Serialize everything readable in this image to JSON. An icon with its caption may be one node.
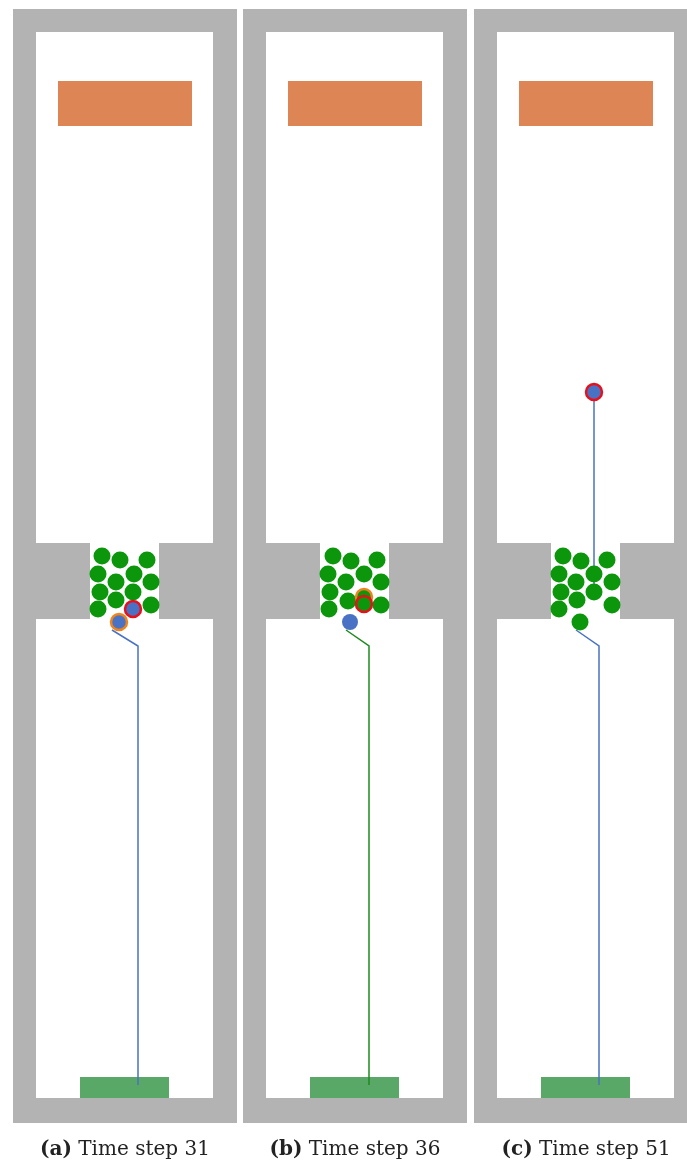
{
  "diagram": {
    "labels": [
      "**(a)** Time step 31",
      "**(b)** Time step 36",
      "**(c)** Time step 51"
    ]
  }
}
